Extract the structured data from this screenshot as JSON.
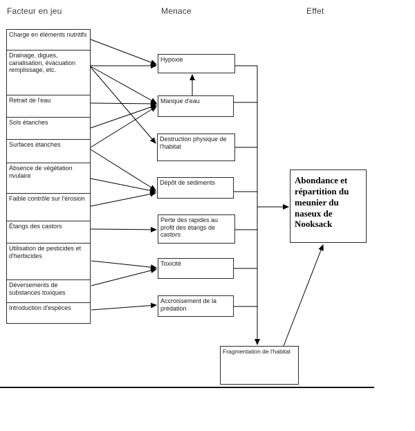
{
  "headers": {
    "factor": "Facteur en jeu",
    "threat": "Menace",
    "effect": "Effet"
  },
  "factors": [
    {
      "id": "charge-nutritifs",
      "label": "Charge en  éléments nutritifs"
    },
    {
      "id": "drainage",
      "label": "Drainage, digues, canalisation, évacuation remplissage, etc."
    },
    {
      "id": "retrait-eau",
      "label": "Retrait de l'eau"
    },
    {
      "id": "sols-etanches",
      "label": "Sols étanches"
    },
    {
      "id": "surfaces-etanches",
      "label": "Surfaces étanches"
    },
    {
      "id": "absence-vegetation",
      "label": "Absence de végétation rivulaire"
    },
    {
      "id": "faible-controle",
      "label": "Faible contrôle sur l'érosion"
    },
    {
      "id": "etangs-castors",
      "label": "Étangs des castors"
    },
    {
      "id": "pesticides",
      "label": "Utilisation de pesticides et d'herbicides"
    },
    {
      "id": "deversements",
      "label": "Déversements de substances toxiques"
    },
    {
      "id": "introduction-especes",
      "label": "Introduction d'espèces"
    }
  ],
  "threats": [
    {
      "id": "hypoxie",
      "label": "Hypoxie"
    },
    {
      "id": "manque-eau",
      "label": "Manque d'eau"
    },
    {
      "id": "destruction",
      "label": "Destruction physique de l'habitat"
    },
    {
      "id": "depot",
      "label": "Dépôt de sédiments"
    },
    {
      "id": "perte-rapides",
      "label": "Perte des rapides au profit des étangs de castors"
    },
    {
      "id": "toxicite",
      "label": "Toxicité"
    },
    {
      "id": "accroissement",
      "label": "Accroissement de la prédation"
    }
  ],
  "fragmentation": {
    "id": "fragmentation",
    "label": "Fragmentation de l'habitat"
  },
  "effect_node": {
    "id": "effect",
    "label": "Abondance et répartition du meunier du naseux de Nooksack"
  },
  "edges": [
    {
      "from": "charge-nutritifs",
      "to": "hypoxie"
    },
    {
      "from": "drainage",
      "to": "hypoxie"
    },
    {
      "from": "drainage",
      "to": "manque-eau"
    },
    {
      "from": "drainage",
      "to": "destruction"
    },
    {
      "from": "retrait-eau",
      "to": "manque-eau"
    },
    {
      "from": "sols-etanches",
      "to": "manque-eau"
    },
    {
      "from": "surfaces-etanches",
      "to": "manque-eau"
    },
    {
      "from": "surfaces-etanches",
      "to": "depot"
    },
    {
      "from": "absence-vegetation",
      "to": "depot"
    },
    {
      "from": "faible-controle",
      "to": "depot"
    },
    {
      "from": "etangs-castors",
      "to": "perte-rapides"
    },
    {
      "from": "pesticides",
      "to": "toxicite"
    },
    {
      "from": "deversements",
      "to": "toxicite"
    },
    {
      "from": "introduction-especes",
      "to": "accroissement"
    },
    {
      "from": "manque-eau",
      "to": "hypoxie"
    },
    {
      "from": "hypoxie",
      "to": "effect"
    },
    {
      "from": "manque-eau",
      "to": "effect"
    },
    {
      "from": "destruction",
      "to": "effect"
    },
    {
      "from": "depot",
      "to": "effect"
    },
    {
      "from": "perte-rapides",
      "to": "effect"
    },
    {
      "from": "toxicite",
      "to": "effect"
    },
    {
      "from": "accroissement",
      "to": "effect"
    },
    {
      "from": "threat-rail",
      "to": "fragmentation"
    },
    {
      "from": "fragmentation",
      "to": "effect"
    }
  ],
  "colors": {
    "line": "#000000",
    "box_border": "#2b2b2b",
    "background": "#ffffff",
    "text": "#1a1a1a"
  }
}
